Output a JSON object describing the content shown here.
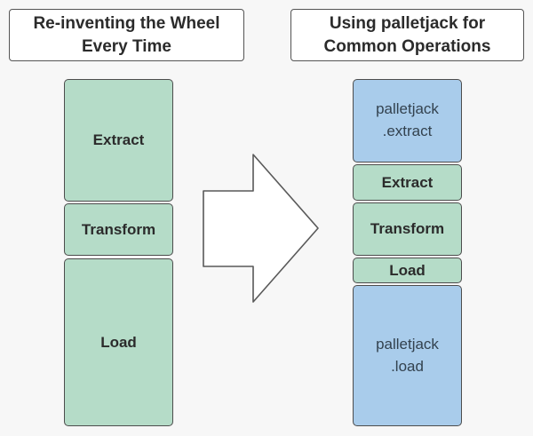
{
  "colors": {
    "background": "#f7f7f7",
    "step_green": "#b5dcc8",
    "palletjack_blue": "#a9cceb",
    "block_border": "#4d4d4d",
    "title_border": "#545454",
    "title_background": "#ffffff",
    "text_dark": "#2b2b2b",
    "palletjack_text": "#33424f",
    "arrow_fill": "#ffffff",
    "arrow_stroke": "#595959"
  },
  "left_panel": {
    "title": "Re-inventing the Wheel\nEvery Time",
    "blocks": [
      {
        "label": "Extract"
      },
      {
        "label": "Transform"
      },
      {
        "label": "Load"
      }
    ]
  },
  "right_panel": {
    "title": "Using palletjack for\nCommon Operations",
    "blocks": [
      {
        "label": "palletjack\n.extract"
      },
      {
        "label": "Extract"
      },
      {
        "label": "Transform"
      },
      {
        "label": "Load"
      },
      {
        "label": "palletjack\n.load"
      }
    ]
  }
}
